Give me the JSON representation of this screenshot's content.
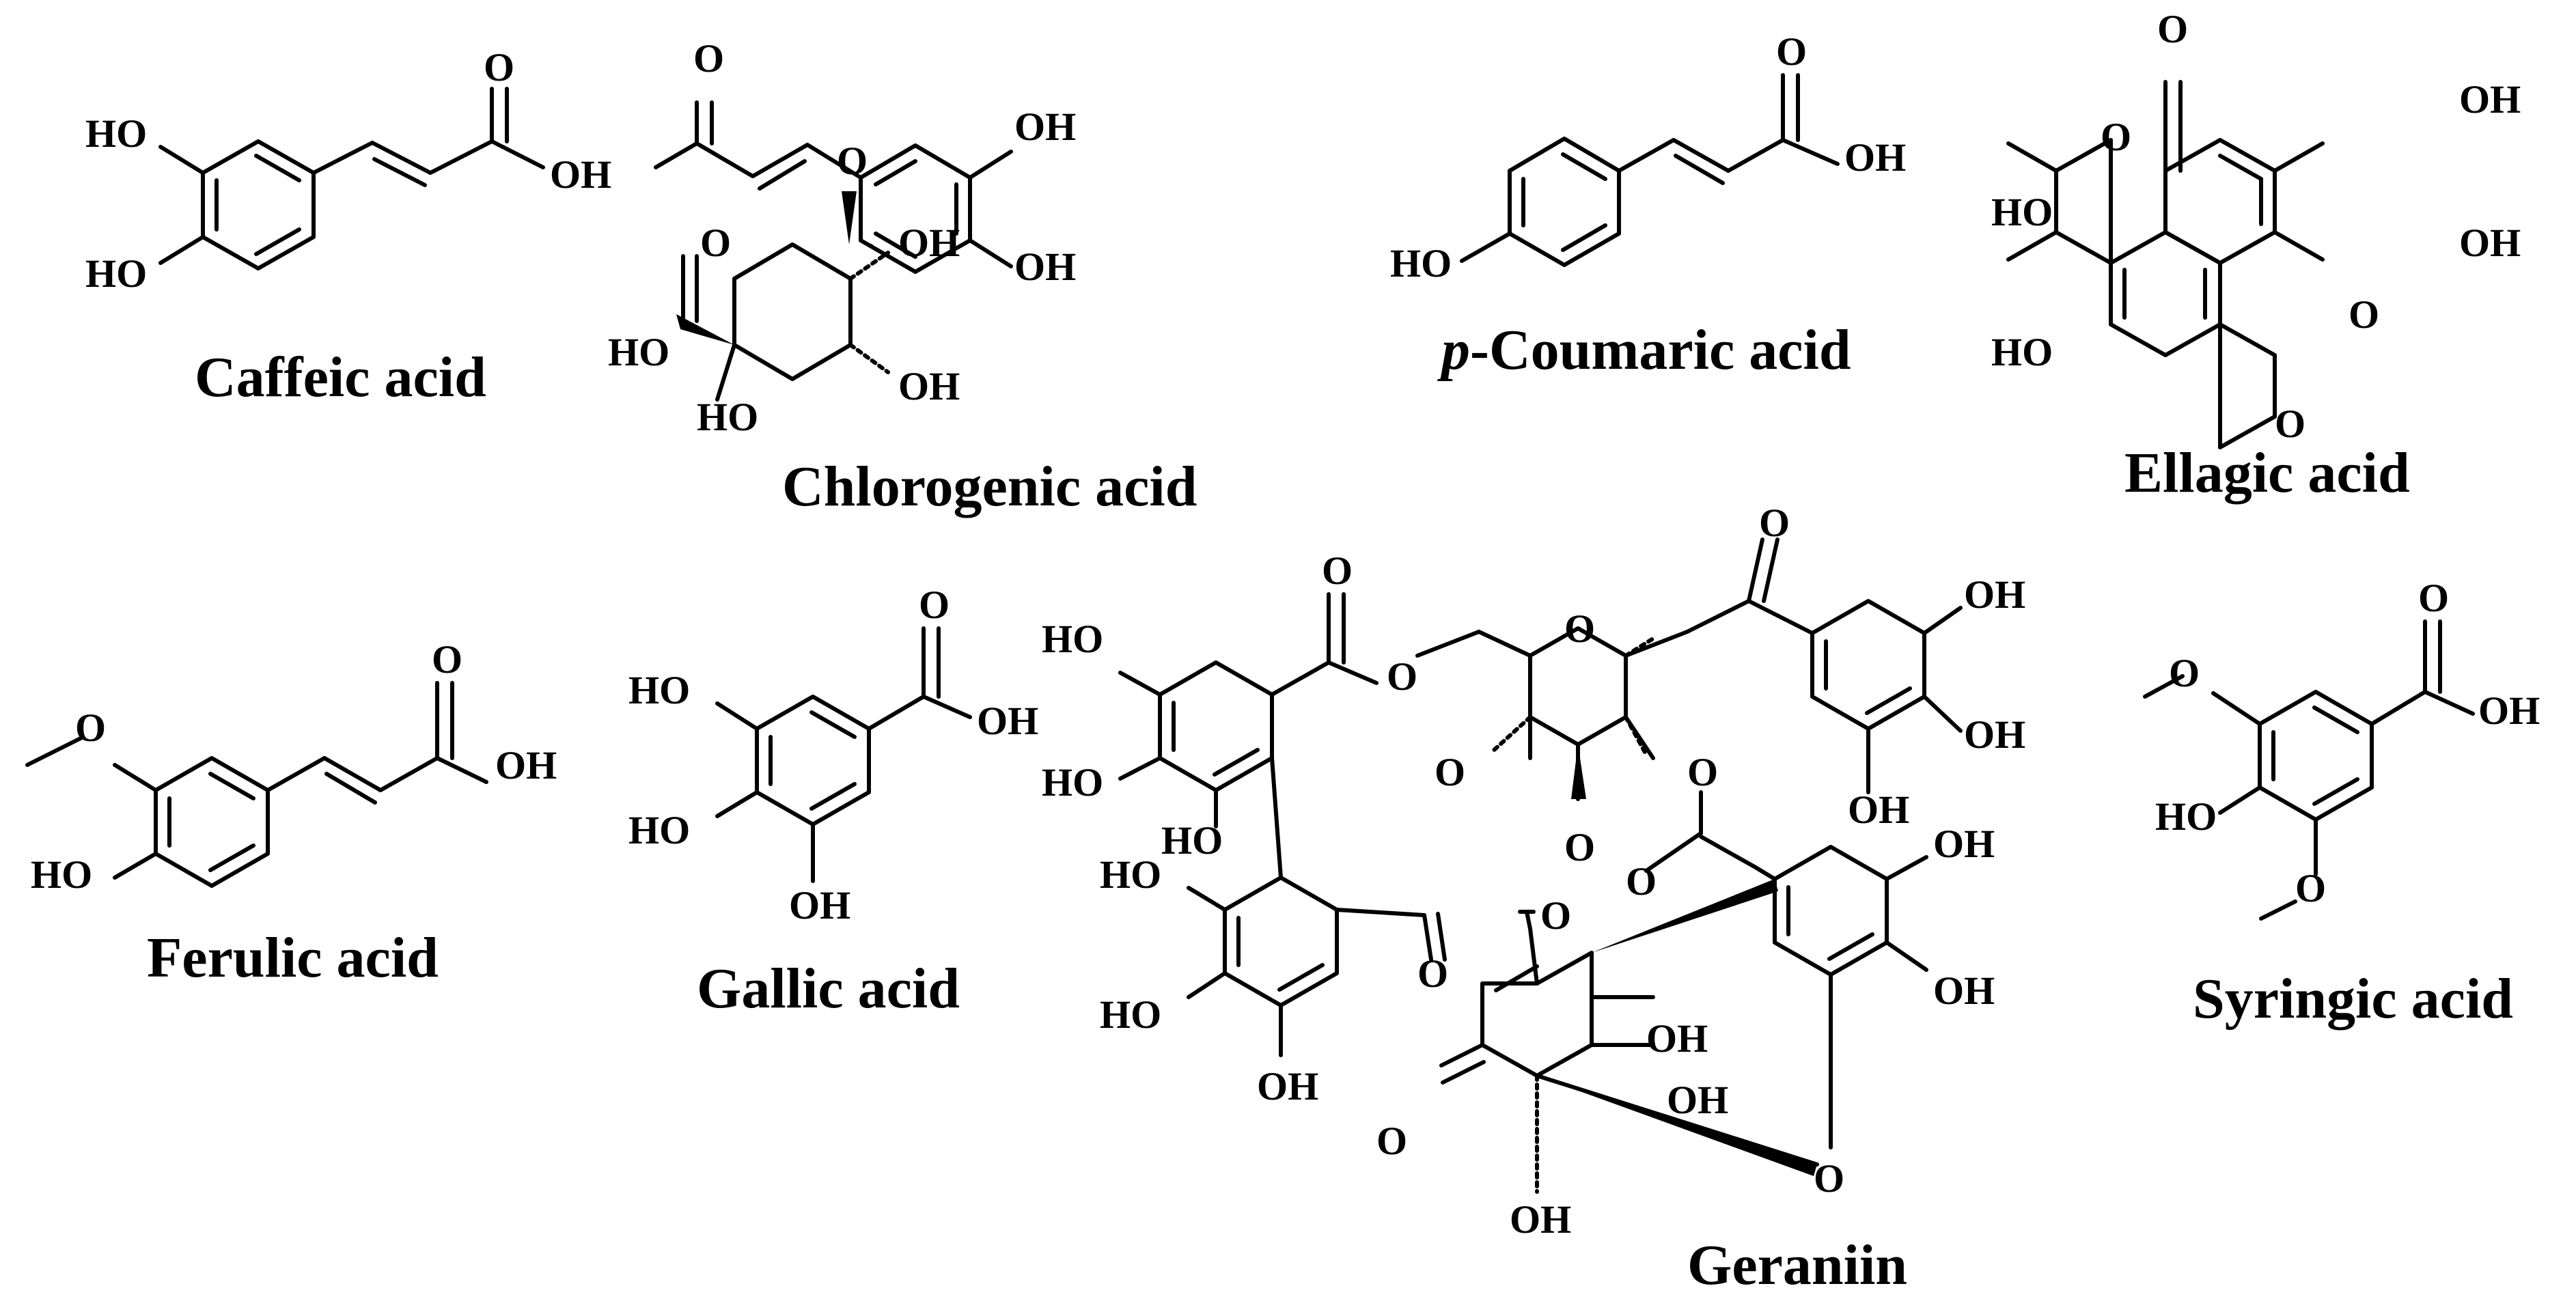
{
  "compounds": {
    "caffeic": {
      "name": "Caffeic acid",
      "oh1": "HO",
      "oh2": "HO",
      "o": "O",
      "cooh": "OH"
    },
    "chlorogenic": {
      "name": "Chlorogenic acid",
      "o_ester": "O",
      "o_carbonyl": "O",
      "oh_ring1": "OH",
      "oh_ring2": "OH",
      "oh_a": "OH",
      "oh_b": "OH",
      "o_acid": "O",
      "acid_oh": "HO",
      "ho_c1": "HO"
    },
    "coumaric": {
      "prefix": "p",
      "name": "-Coumaric acid",
      "o": "O",
      "cooh": "OH",
      "ho": "HO"
    },
    "ellagic": {
      "name": "Ellagic acid",
      "o1": "O",
      "o2": "O",
      "o3": "O",
      "o4": "O",
      "oh1": "OH",
      "oh2": "OH",
      "oh3": "HO",
      "oh4": "HO"
    },
    "ferulic": {
      "name": "Ferulic acid",
      "ome": "O",
      "ho": "HO",
      "o": "O",
      "cooh": "OH"
    },
    "gallic": {
      "name": "Gallic acid",
      "oh1": "HO",
      "oh2": "HO",
      "oh3": "OH",
      "o": "O",
      "cooh": "OH"
    },
    "geraniin": {
      "name": "Geraniin",
      "o_top1": "O",
      "o_top2": "O",
      "o_ring": "O",
      "o_link": "O",
      "oh_g1": "OH",
      "oh_g2": "OH",
      "oh_g3": "OH",
      "ho_l1": "HO",
      "ho_l2": "HO",
      "ho_l3": "HO",
      "ho_l4": "HO",
      "ho_l5": "HO",
      "oh_l6": "OH",
      "o_mid1": "O",
      "o_mid2": "O",
      "o_mid3": "O",
      "o_c1": "O",
      "o_c2": "O",
      "o_c3": "O",
      "oh_r1": "OH",
      "oh_r2": "OH",
      "oh_c1": "OH",
      "oh_c2": "OH",
      "o_ket": "O",
      "o_bridge": "O",
      "oh_bot": "OH"
    },
    "syringic": {
      "name": "Syringic acid",
      "ome1": "O",
      "ome2": "O",
      "ho": "HO",
      "o": "O",
      "cooh": "OH"
    }
  }
}
